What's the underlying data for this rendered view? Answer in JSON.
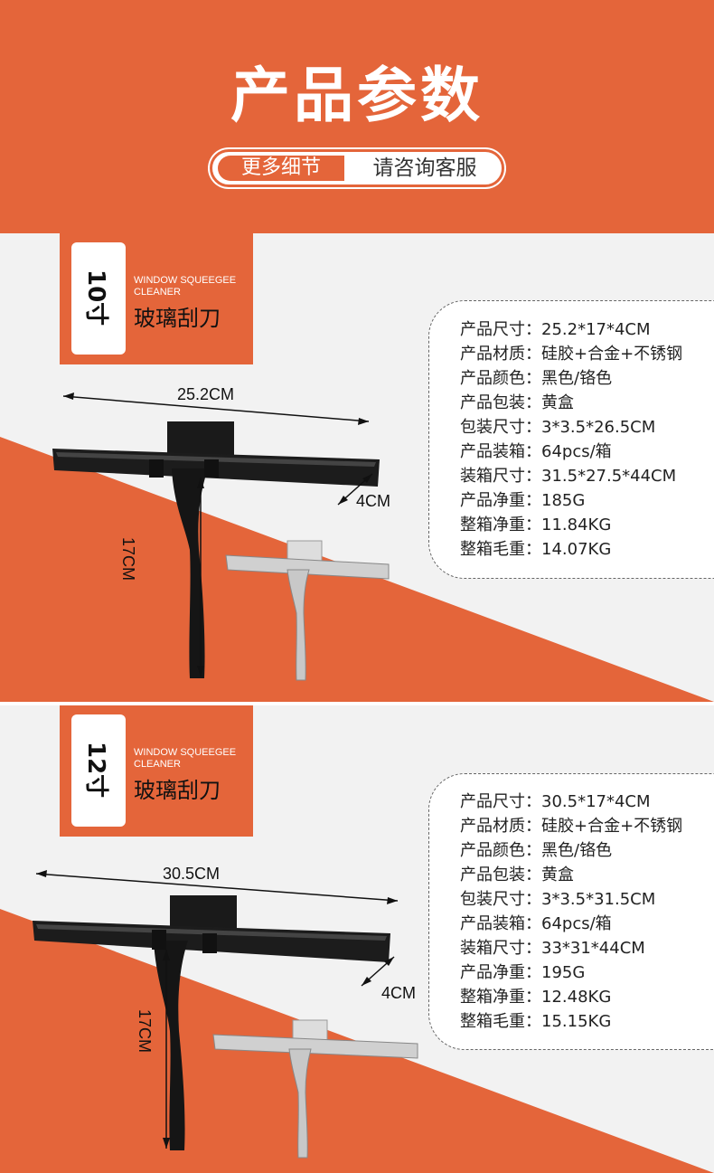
{
  "header": {
    "title": "产品参数",
    "pill_left": "更多细节",
    "pill_right": "请咨询客服",
    "accent": "#e4653a"
  },
  "sections": [
    {
      "size": "10寸",
      "en_name_1": "WINDOW SQUEEGEE",
      "en_name_2": "CLEANER",
      "cn_name": "玻璃刮刀",
      "width_label": "25.2CM",
      "depth_label": "4CM",
      "height_label": "17CM",
      "specs": [
        {
          "k": "产品尺寸",
          "v": "25.2*17*4CM"
        },
        {
          "k": "产品材质",
          "v": "硅胶+合金+不锈钢"
        },
        {
          "k": "产品颜色",
          "v": "黑色/铬色"
        },
        {
          "k": "产品包装",
          "v": "黄盒"
        },
        {
          "k": "包装尺寸",
          "v": "3*3.5*26.5CM"
        },
        {
          "k": "产品装箱",
          "v": "64pcs/箱"
        },
        {
          "k": "装箱尺寸",
          "v": "31.5*27.5*44CM"
        },
        {
          "k": "产品净重",
          "v": "185G"
        },
        {
          "k": "整箱净重",
          "v": "11.84KG"
        },
        {
          "k": "整箱毛重",
          "v": "14.07KG"
        }
      ]
    },
    {
      "size": "12寸",
      "en_name_1": "WINDOW SQUEEGEE",
      "en_name_2": "CLEANER",
      "cn_name": "玻璃刮刀",
      "width_label": "30.5CM",
      "depth_label": "4CM",
      "height_label": "17CM",
      "specs": [
        {
          "k": "产品尺寸",
          "v": "30.5*17*4CM"
        },
        {
          "k": "产品材质",
          "v": "硅胶+合金+不锈钢"
        },
        {
          "k": "产品颜色",
          "v": "黑色/铬色"
        },
        {
          "k": "产品包装",
          "v": "黄盒"
        },
        {
          "k": "包装尺寸",
          "v": "3*3.5*31.5CM"
        },
        {
          "k": "产品装箱",
          "v": "64pcs/箱"
        },
        {
          "k": "装箱尺寸",
          "v": "33*31*44CM"
        },
        {
          "k": "产品净重",
          "v": "195G"
        },
        {
          "k": "整箱净重",
          "v": "12.48KG"
        },
        {
          "k": "整箱毛重",
          "v": "15.15KG"
        }
      ]
    }
  ],
  "colon": "："
}
